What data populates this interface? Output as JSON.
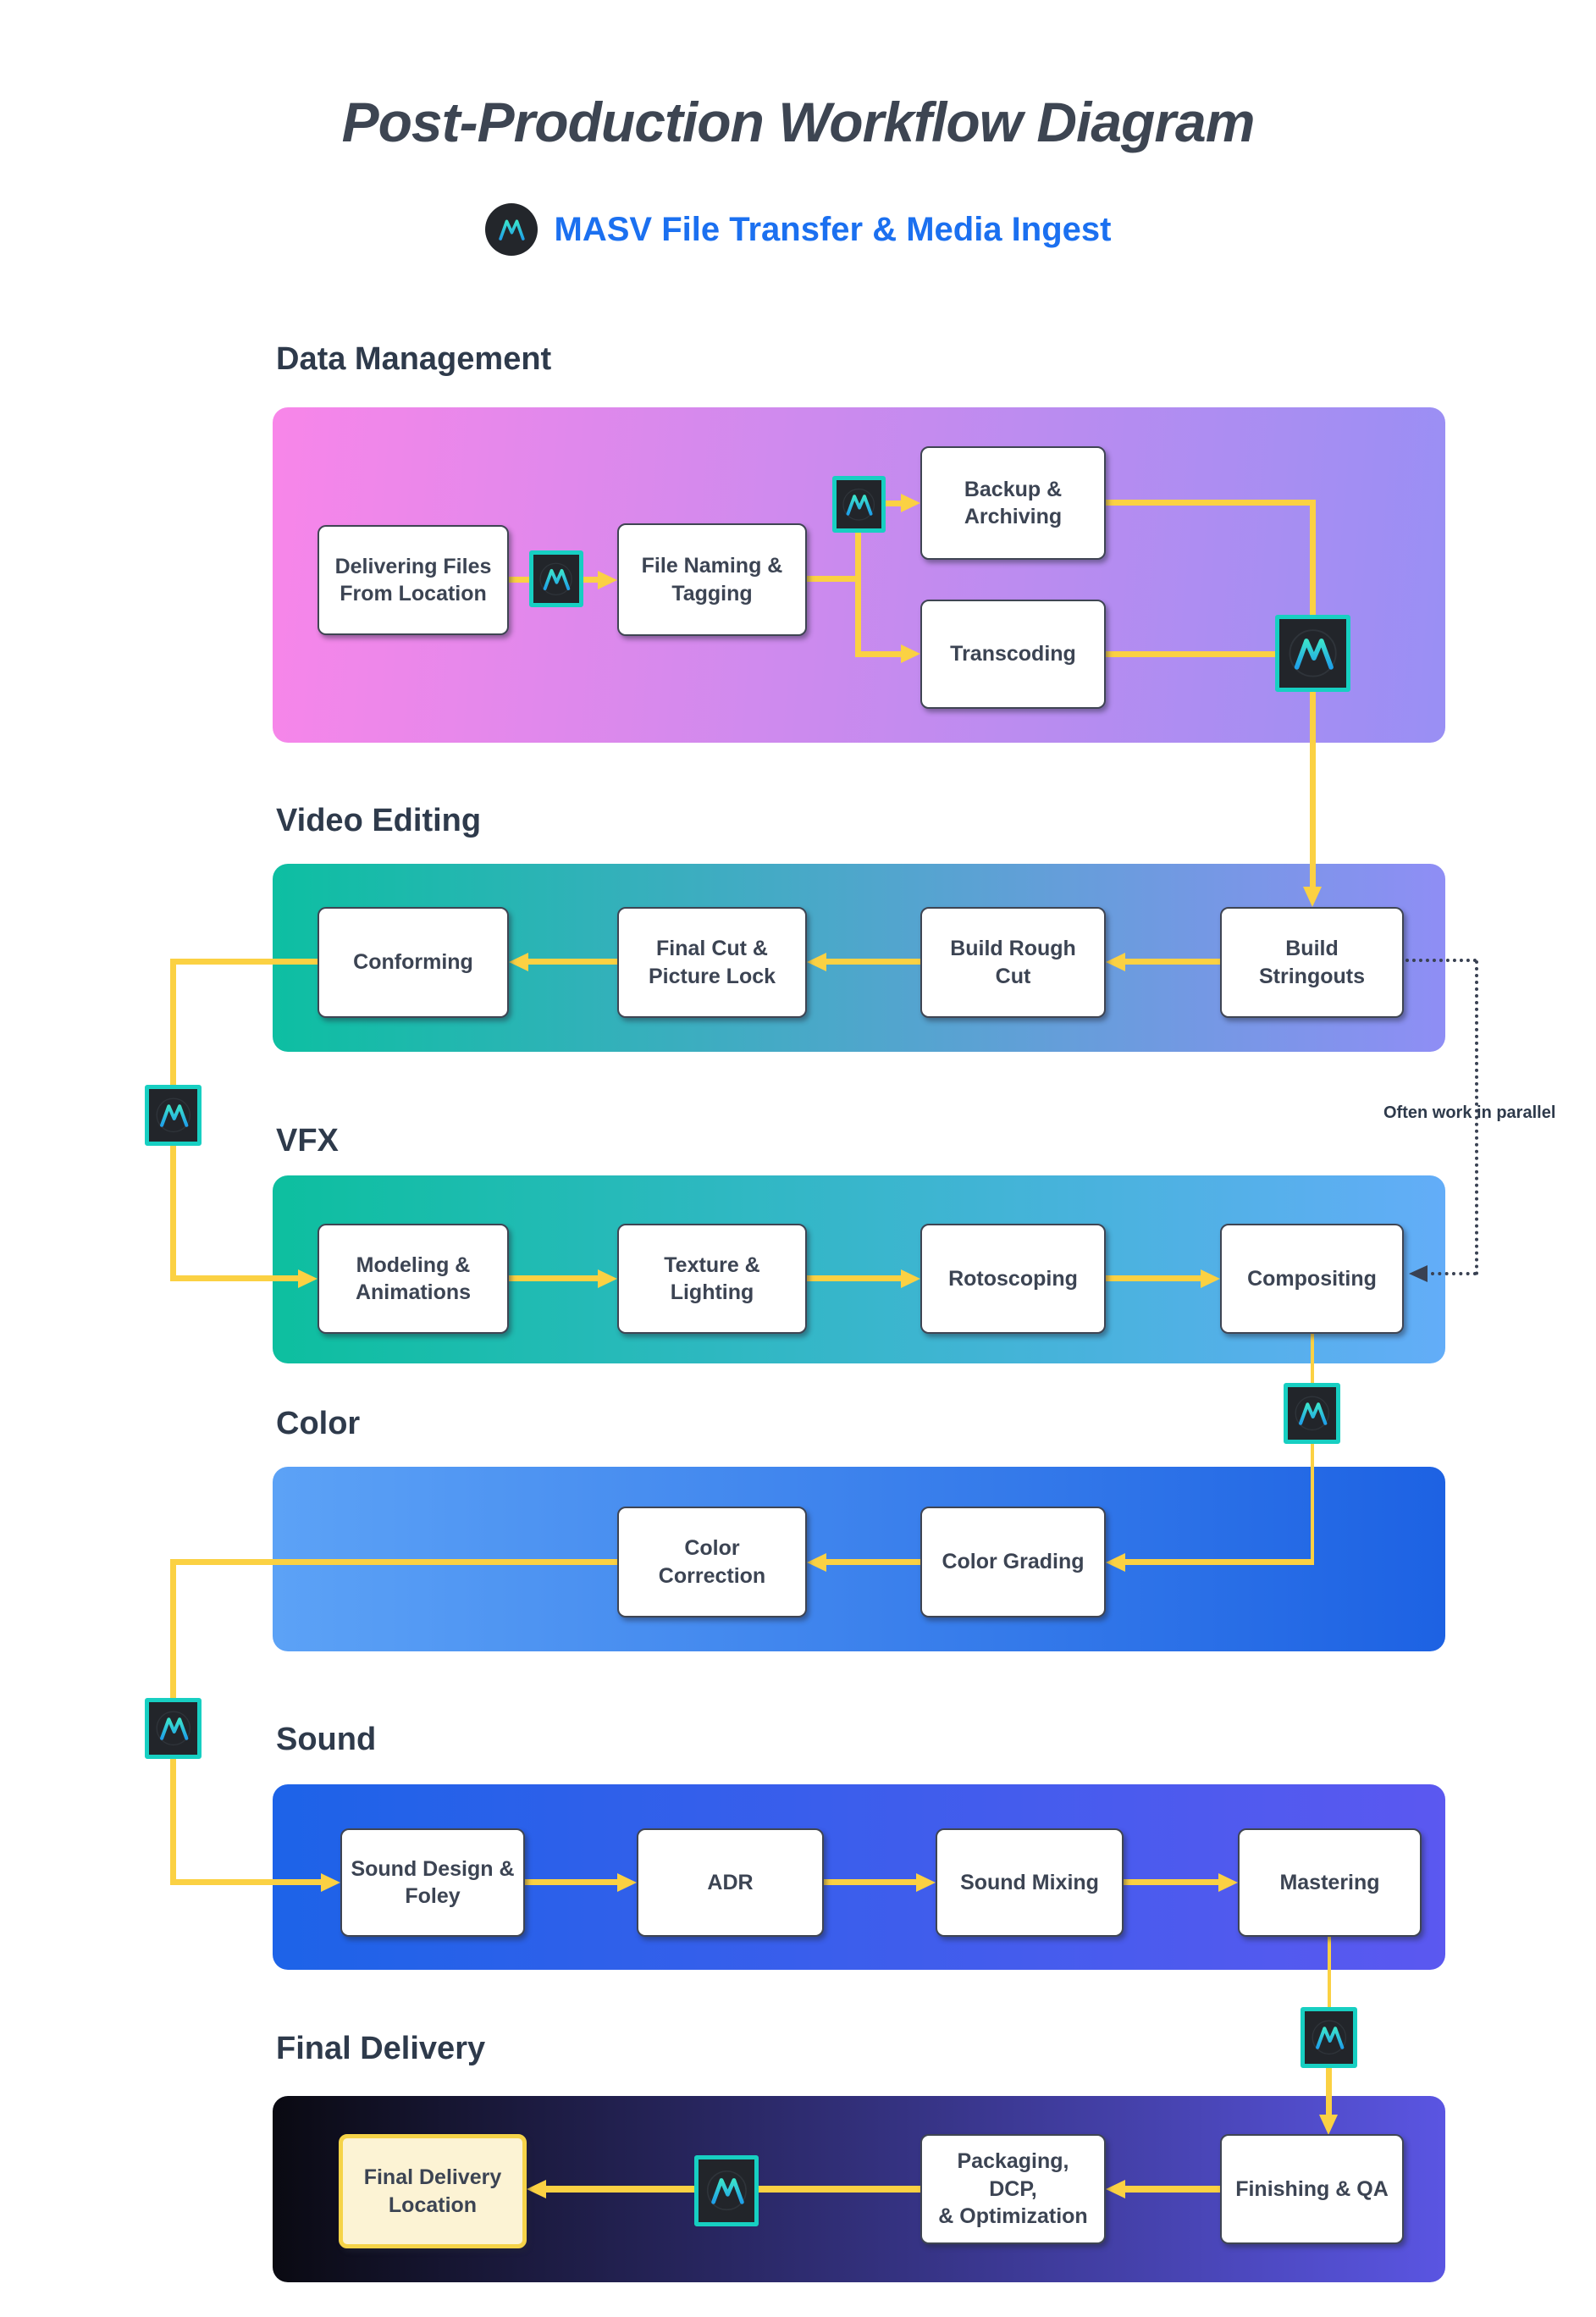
{
  "title": "Post-Production Workflow Diagram",
  "subtitle": "MASV File Transfer & Media Ingest",
  "parallel_note": "Often work in parallel",
  "icons": {
    "masv_logo": "masv-m-wave",
    "masv_transfer": "masv-m-wave-square"
  },
  "colors": {
    "connector_yellow": "#FBD143",
    "masv_teal": "#17CFC2",
    "subtitle_blue": "#1B70F0",
    "title_slate": "#3D4552",
    "band_data_management": [
      "#F886E9",
      "#998FF4"
    ],
    "band_video_editing": [
      "#0DBFA2",
      "#8F8EF5"
    ],
    "band_vfx": [
      "#0DBF9F",
      "#63ADF8"
    ],
    "band_color": [
      "#5CA2F6",
      "#1D62E3"
    ],
    "band_sound": [
      "#1D63E8",
      "#5B58F0"
    ],
    "band_final_delivery": [
      "#0A0A12",
      "#5A55E2"
    ],
    "final_node_fill": "#FCF3D4",
    "final_node_border": "#F5D348"
  },
  "sections": [
    {
      "label": "Data Management",
      "nodes": [
        "Delivering Files\nFrom Location",
        "File Naming &\nTagging",
        "Backup &\nArchiving",
        "Transcoding"
      ]
    },
    {
      "label": "Video Editing",
      "nodes": [
        "Conforming",
        "Final Cut &\nPicture Lock",
        "Build Rough Cut",
        "Build Stringouts"
      ]
    },
    {
      "label": "VFX",
      "nodes": [
        "Modeling &\nAnimations",
        "Texture &\nLighting",
        "Rotoscoping",
        "Compositing"
      ]
    },
    {
      "label": "Color",
      "nodes": [
        "Color\nCorrection",
        "Color Grading"
      ]
    },
    {
      "label": "Sound",
      "nodes": [
        "Sound Design &\nFoley",
        "ADR",
        "Sound Mixing",
        "Mastering"
      ]
    },
    {
      "label": "Final Delivery",
      "nodes": [
        "Final Delivery\nLocation",
        "Packaging, DCP,\n& Optimization",
        "Finishing & QA"
      ]
    }
  ]
}
